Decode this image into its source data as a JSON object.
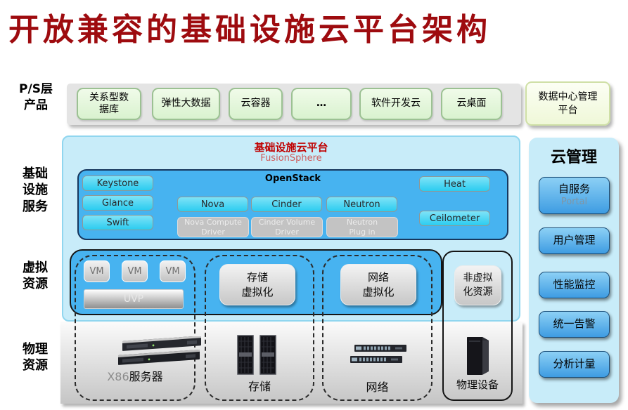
{
  "title": "开放兼容的基础设施云平台架构",
  "ps_layer": {
    "label_lines": [
      "P/S层",
      "产品"
    ],
    "products": [
      {
        "lines": [
          "关系型数",
          "据库"
        ]
      },
      {
        "lines": [
          "弹性大数据"
        ]
      },
      {
        "lines": [
          "云容器"
        ]
      },
      {
        "lines": [
          "…"
        ]
      },
      {
        "lines": [
          "软件开发云"
        ]
      },
      {
        "lines": [
          "云桌面"
        ]
      }
    ],
    "dc_platform_lines": [
      "数据中心管理",
      "平台"
    ]
  },
  "infra_layer": {
    "label_lines": [
      "基础",
      "设施",
      "服务"
    ],
    "platform_title": "基础设施云平台",
    "platform_subtitle": "FusionSphere",
    "openstack": {
      "title": "OpenStack",
      "left_components": [
        "Keystone",
        "Glance",
        "Swift"
      ],
      "core_services": [
        "Nova",
        "Cinder",
        "Neutron"
      ],
      "drivers": [
        {
          "lines": [
            "Nova Compute",
            "Driver"
          ]
        },
        {
          "lines": [
            "Cinder Volume",
            "Driver"
          ]
        },
        {
          "lines": [
            "Neutron",
            "Plug in"
          ]
        }
      ],
      "right_components": [
        "Heat",
        "Ceilometer"
      ]
    }
  },
  "virtual_layer": {
    "label_lines": [
      "虚拟",
      "资源"
    ],
    "vm_labels": [
      "VM",
      "VM",
      "VM"
    ],
    "uvp": "UVP",
    "storage_virt_lines": [
      "存储",
      "虚拟化"
    ],
    "network_virt_lines": [
      "网络",
      "虚拟化"
    ],
    "non_virt_lines": [
      "非虚拟",
      "化资源"
    ]
  },
  "physical_layer": {
    "label_lines": [
      "物理",
      "资源"
    ],
    "x86_prefix": "X86",
    "x86_suffix": "服务器",
    "storage_label": "存储",
    "network_label": "网络",
    "devices_label": "物理设备"
  },
  "cloud_mgmt": {
    "title": "云管理",
    "buttons": [
      {
        "label": "自服务",
        "sublabel": "Portal"
      },
      {
        "label": "用户管理"
      },
      {
        "label": "性能监控"
      },
      {
        "label": "统一告警"
      },
      {
        "label": "分析计量"
      }
    ]
  },
  "colors": {
    "title_red": "#9e0b0f",
    "platform_red": "#c00000",
    "product_green": "#def5d6",
    "dc_yellow": "#f6fbe3",
    "panel_light_blue": "#c8ecf9",
    "deep_blue": "#47b3f0",
    "component_cyan": "#35d0f2",
    "driver_gray": "#c3c3c3",
    "button_blue": "#4aa3e4"
  }
}
